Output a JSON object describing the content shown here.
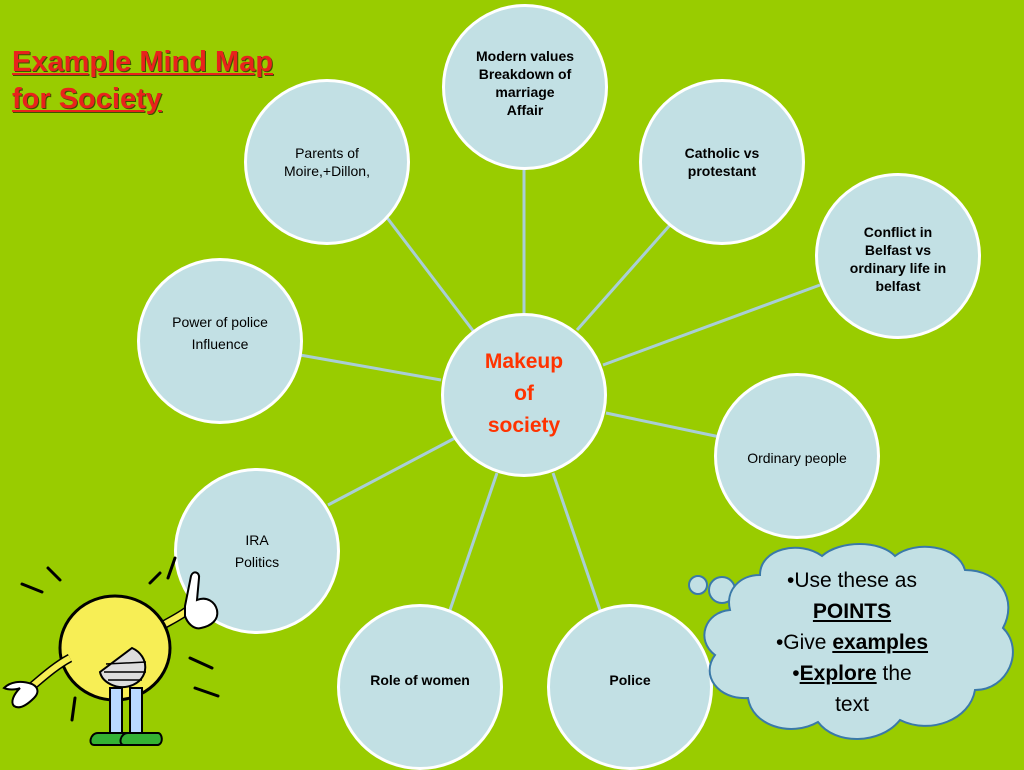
{
  "title": {
    "line1": "Example Mind Map",
    "line2": "for Society"
  },
  "center": {
    "line1": "Makeup",
    "line2": "of",
    "line3": "society"
  },
  "nodes": {
    "modern": {
      "lines": [
        "Modern values",
        "Breakdown of",
        "marriage",
        "Affair"
      ]
    },
    "parents": {
      "lines": [
        "Parents of",
        "Moire,+Dillon,"
      ]
    },
    "catholic": {
      "lines": [
        "Catholic vs",
        "protestant"
      ]
    },
    "conflict": {
      "lines": [
        "Conflict in",
        "Belfast vs",
        "ordinary life in",
        "belfast"
      ]
    },
    "police_power": {
      "lines": [
        "Power of police",
        "Influence"
      ]
    },
    "ordinary": {
      "lines": [
        "Ordinary people"
      ]
    },
    "ira": {
      "lines": [
        "IRA",
        "Politics"
      ]
    },
    "women": {
      "lines": [
        "Role of women"
      ]
    },
    "police": {
      "lines": [
        "Police"
      ]
    }
  },
  "cloud": {
    "b1": "•Use these as",
    "b1b": "POINTS",
    "b2": "•Give ",
    "b2b": "examples",
    "b3": "•",
    "b3b": "Explore",
    "b3c": " the",
    "b3d": "text"
  },
  "colors": {
    "background": "#99cc00",
    "node_fill": "#c2e0e4",
    "title": "#e8231c",
    "center_text": "#ff3300"
  }
}
